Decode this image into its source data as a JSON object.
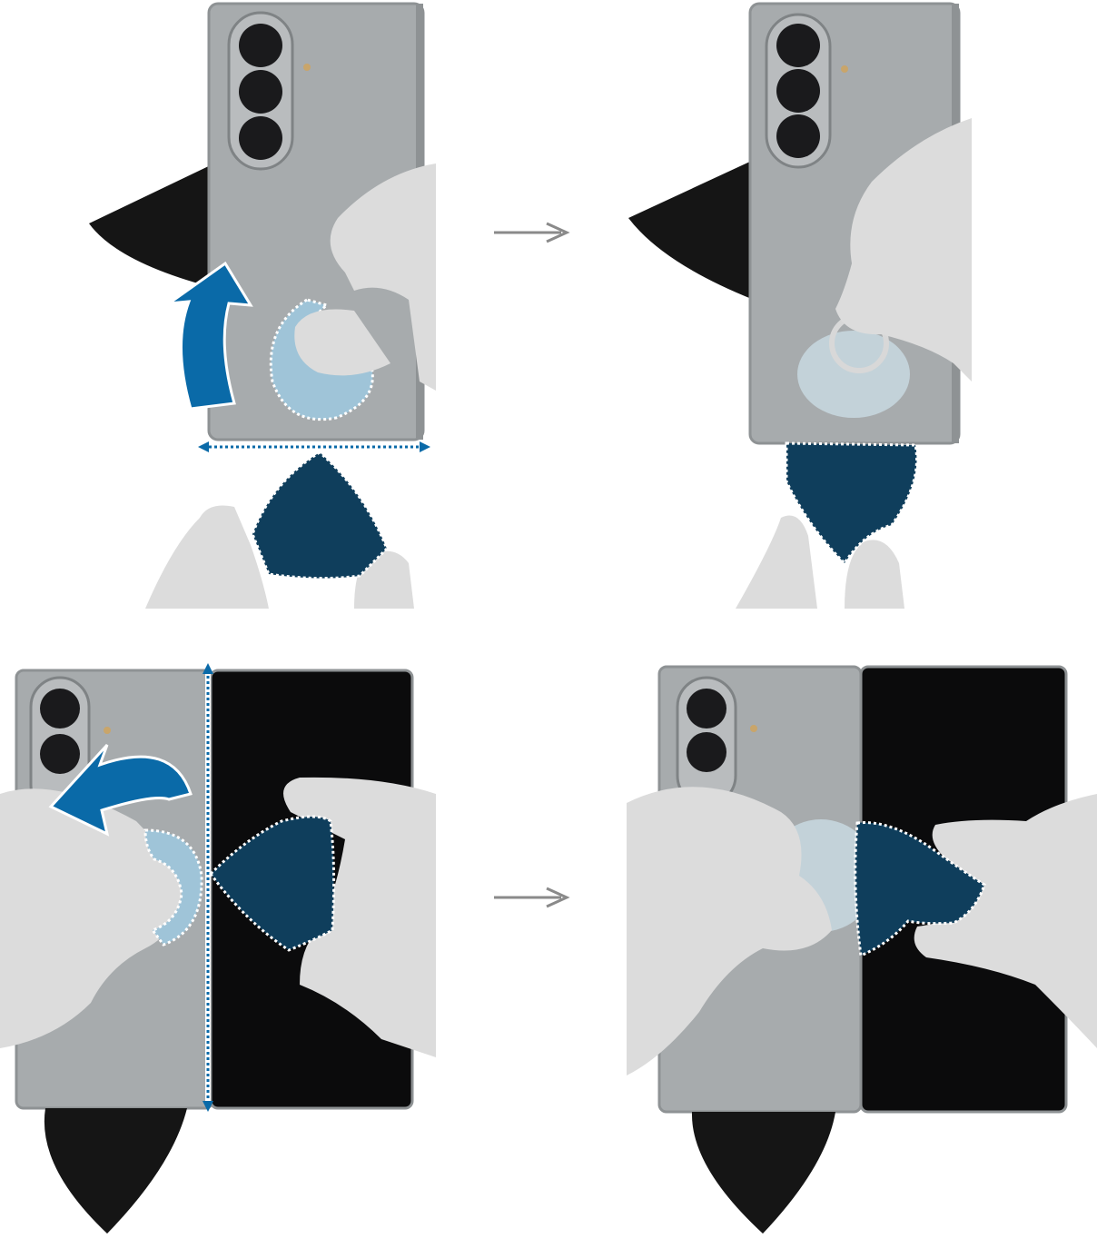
{
  "figure": {
    "steps": [
      {
        "id": "step-1",
        "shows": "suction-cup-pull-and-pick-insert-bottom"
      },
      {
        "id": "step-2",
        "shows": "pick-inserted-bottom-edge"
      },
      {
        "id": "step-3",
        "shows": "unfolded-pull-and-pick-insert-hinge"
      },
      {
        "id": "step-4",
        "shows": "pick-inserted-at-hinge"
      }
    ]
  },
  "colors": {
    "background": "#ffffff",
    "phone_back": "#a7abad",
    "phone_frame": "#8e9294",
    "screen": "#0b0b0c",
    "camera_module": "#b9bcbe",
    "lens": "#1a1a1c",
    "glove": "#dcdcdc",
    "pick_black": "#151515",
    "pick_blue": "#0f3e5c",
    "highlight_blue": "#0a6aa8",
    "dotted_outline": "#ffffff",
    "arrow_gray": "#8a8a8a",
    "suction_cup": "#9fc4d8"
  },
  "icons": [
    "curved-arrow-up-icon",
    "curved-arrow-left-icon",
    "next-step-arrow-icon",
    "double-arrow-horizontal-icon",
    "double-arrow-vertical-icon"
  ]
}
